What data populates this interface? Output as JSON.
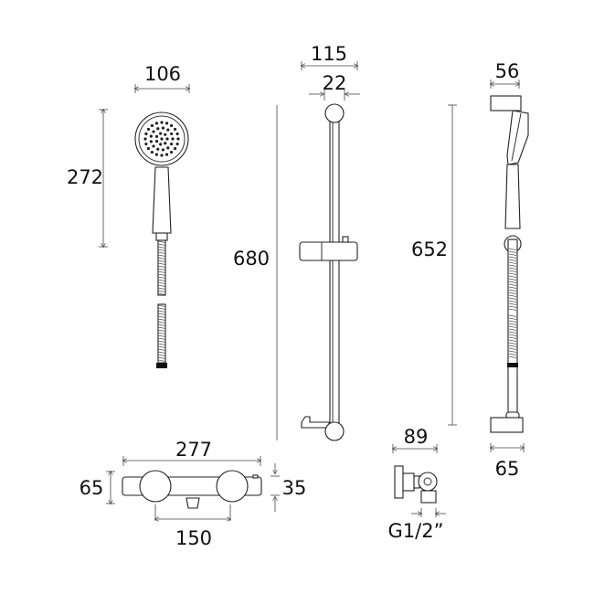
{
  "handset": {
    "width_label": "106",
    "height_label": "272"
  },
  "rail_front": {
    "width_label": "115",
    "rail_label": "22",
    "height_label": "680"
  },
  "rail_side": {
    "depth_top_label": "56",
    "height_label": "652",
    "depth_bottom_label": "65"
  },
  "bar_valve": {
    "length_label": "277",
    "height_label": "65",
    "body_label": "35",
    "centres_label": "150"
  },
  "elbow": {
    "depth_label": "89",
    "thread_label": "G1/2”"
  }
}
